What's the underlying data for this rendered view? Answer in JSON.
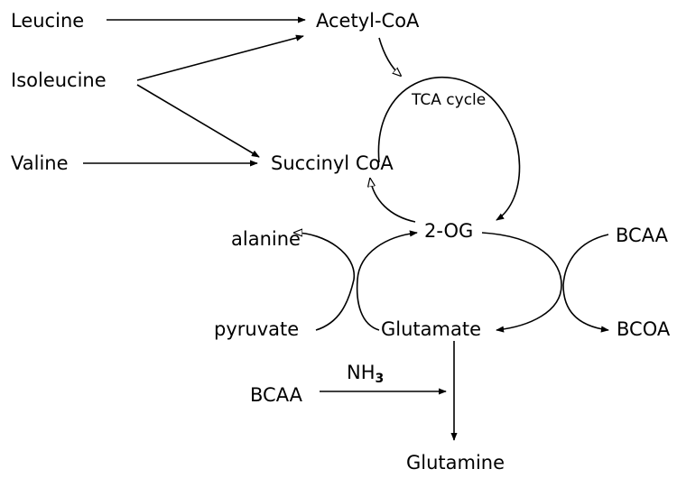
{
  "labels": {
    "leucine": "Leucine",
    "isoleucine": "Isoleucine",
    "valine": "Valine",
    "acetyl_coa": "Acetyl-CoA",
    "tca_cycle": "TCA cycle",
    "succinyl_coa": "Succinyl CoA",
    "two_og": "2-OG",
    "alanine": "alanine",
    "pyruvate": "pyruvate",
    "glutamate": "Glutamate",
    "bcaa_right": "BCAA",
    "bcoa": "BCOA",
    "bcaa_bottom": "BCAA",
    "nh3_main": "NH",
    "nh3_sub": "3",
    "glutamine": "Glutamine"
  },
  "colors": {
    "stroke": "#000000",
    "background": "#ffffff"
  }
}
